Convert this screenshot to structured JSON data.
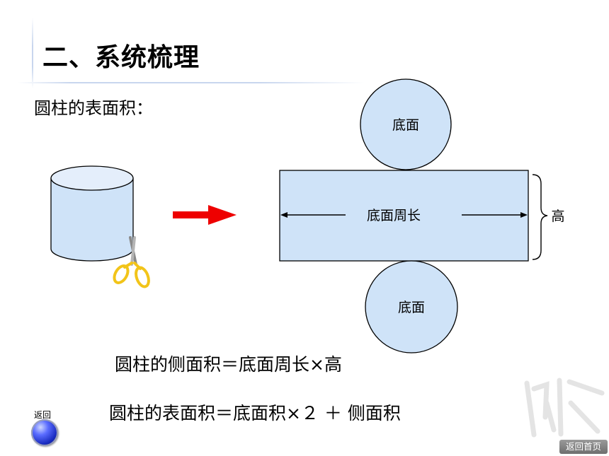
{
  "slide": {
    "title": "二、系统梳理",
    "subtitle": "圆柱的表面积："
  },
  "net": {
    "top_circle_label": "底面",
    "rectangle_label": "底面周长",
    "height_label": "高",
    "bottom_circle_label": "底面"
  },
  "formulas": {
    "lateral_area": "圆柱的侧面积＝底面周长×高",
    "surface_area": "圆柱的表面积＝底面积×２ ＋ 侧面积"
  },
  "nav": {
    "back_label": "返回",
    "home_label": "返回首页"
  },
  "colors": {
    "shape_fill": "#cfe3f8",
    "arrow": "#ee0000",
    "scissors": "#f2c419",
    "back_button": "#2233cc"
  },
  "icons": [
    "cylinder-icon",
    "scissors-icon",
    "right-arrow-icon",
    "back-circle-icon"
  ]
}
